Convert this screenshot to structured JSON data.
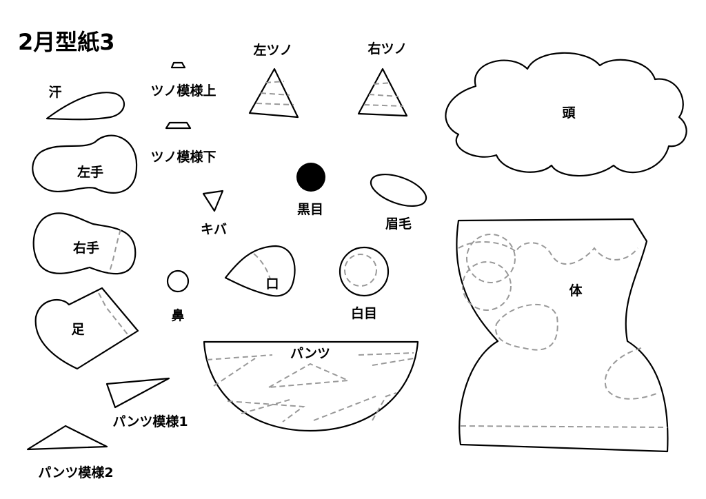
{
  "title": "2月型紙3",
  "colors": {
    "line": "#000000",
    "guide": "#999999",
    "fill": "#ffffff"
  },
  "pieces": {
    "ase": "汗",
    "tsuno_moyou_ue": "ツノ模様上",
    "tsuno_moyou_shita": "ツノ模様下",
    "hidari_tsuno": "左ツノ",
    "migi_tsuno": "右ツノ",
    "atama": "頭",
    "hidari_te": "左手",
    "kurome": "黒目",
    "mayuge": "眉毛",
    "kiba": "キバ",
    "migi_te": "右手",
    "hana": "鼻",
    "kuchi": "口",
    "shirome": "白目",
    "karada": "体",
    "ashi": "足",
    "pantsu": "パンツ",
    "pantsu_moyou1": "パンツ模様1",
    "pantsu_moyou2": "パンツ模様2"
  }
}
